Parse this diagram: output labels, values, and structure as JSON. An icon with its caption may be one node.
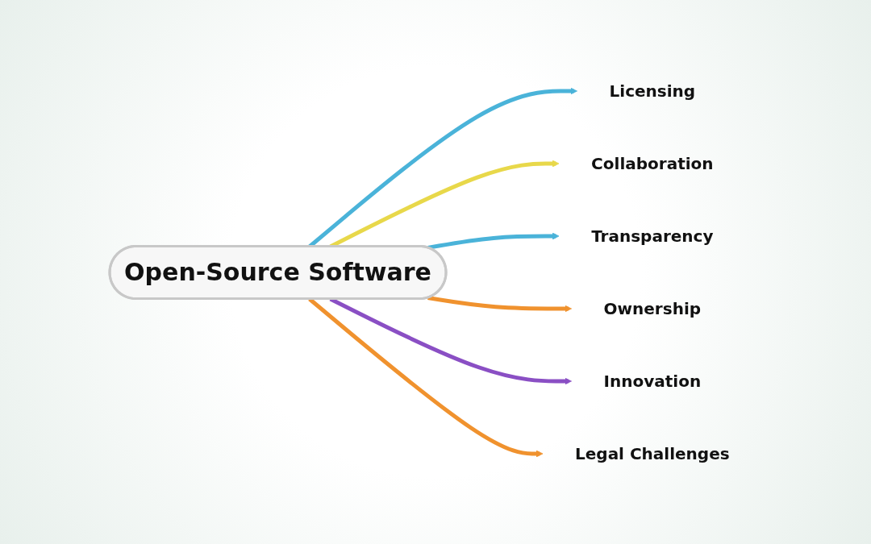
{
  "diagram": {
    "nodes": [
      {
        "text": [
          "Open-Source Software"
        ]
      },
      {
        "text": [
          "Licensing"
        ]
      },
      {
        "text": [
          "Collaboration"
        ]
      },
      {
        "text": [
          "Transparency"
        ]
      },
      {
        "text": [
          "Ownership"
        ]
      },
      {
        "text": [
          "Innovation"
        ]
      },
      {
        "text": [
          "Legal Challenges"
        ]
      }
    ],
    "edges": [
      {
        "from": 0,
        "to": 1,
        "arrow": "to",
        "color": "#4ab3d9"
      },
      {
        "from": 0,
        "to": 2,
        "arrow": "to",
        "color": "#e8d84a"
      },
      {
        "from": 0,
        "to": 3,
        "arrow": "to",
        "color": "#4ab3d9"
      },
      {
        "from": 0,
        "to": 4,
        "arrow": "to",
        "color": "#f0922e"
      },
      {
        "from": 0,
        "to": 5,
        "arrow": "to",
        "color": "#8a4fc4"
      },
      {
        "from": 0,
        "to": 6,
        "arrow": "to",
        "color": "#f0922e"
      }
    ]
  }
}
